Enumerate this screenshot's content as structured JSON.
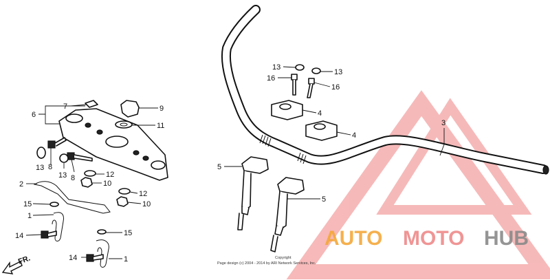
{
  "callouts": {
    "c1": "1",
    "c2": "2",
    "c3": "3",
    "c4": "4",
    "c5": "5",
    "c6": "6",
    "c7": "7",
    "c8": "8",
    "c9": "9",
    "c10": "10",
    "c11": "11",
    "c12": "12",
    "c13": "13",
    "c14": "14",
    "c15": "15",
    "c16": "16"
  },
  "front_label": "FR.",
  "copyright": {
    "line1": "Copyright",
    "line2": "Page design (c) 2004 - 2014 by ARI Network Services, Inc."
  },
  "watermark": {
    "part1": "AUTO",
    "part2": "MOTO",
    "part3": "HUB",
    "colors": {
      "auto": "#f4a83a",
      "moto": "#ef8a8a",
      "hub": "#8a8a8a",
      "triangle": "#f08080"
    }
  }
}
